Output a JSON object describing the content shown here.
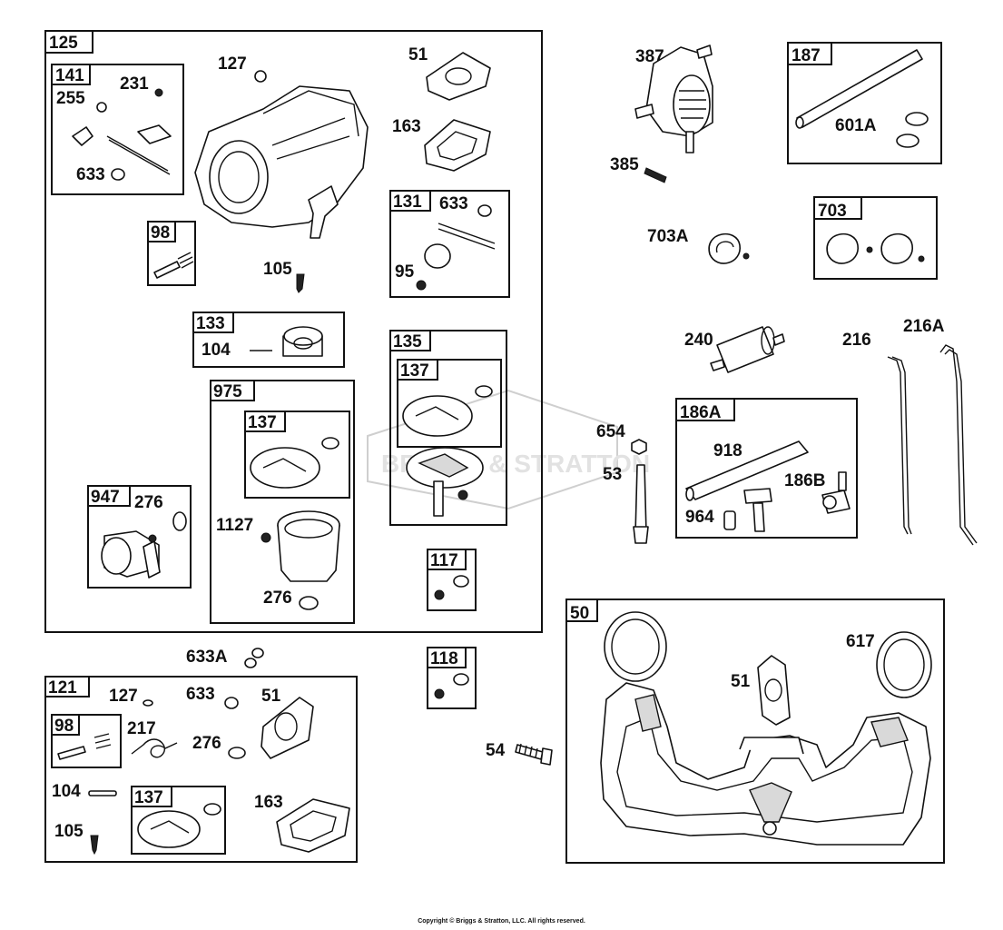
{
  "watermark": "BRIGGS & STRATTON",
  "copyright": "Copyright © Briggs & Stratton, LLC. All rights reserved.",
  "groups": {
    "g125": "125",
    "g141": "141",
    "g98": "98",
    "g133": "133",
    "g131": "131",
    "g135": "135",
    "g137a": "137",
    "g975": "975",
    "g137b": "137",
    "g947": "947",
    "g117": "117",
    "g118": "118",
    "g121": "121",
    "g98b": "98",
    "g137c": "137",
    "g187": "187",
    "g703": "703",
    "g186A": "186A",
    "g50": "50"
  },
  "labels": {
    "l127a": "127",
    "l51a": "51",
    "l163a": "163",
    "l255": "255",
    "l231": "231",
    "l633a": "633",
    "l105a": "105",
    "l633b": "633",
    "l95": "95",
    "l104a": "104",
    "l276a": "276",
    "l1127": "1127",
    "l276b": "276",
    "l633A": "633A",
    "l127b": "127",
    "l633c": "633",
    "l51b": "51",
    "l217": "217",
    "l276c": "276",
    "l104b": "104",
    "l105b": "105",
    "l163b": "163",
    "l387": "387",
    "l385": "385",
    "l601A": "601A",
    "l703A": "703A",
    "l240": "240",
    "l216": "216",
    "l216A": "216A",
    "l654": "654",
    "l53": "53",
    "l918": "918",
    "l186B": "186B",
    "l964": "964",
    "l54": "54",
    "l51c": "51",
    "l617": "617"
  },
  "colors": {
    "line": "#111111",
    "background": "#ffffff",
    "watermark": "#cfcfcf"
  }
}
